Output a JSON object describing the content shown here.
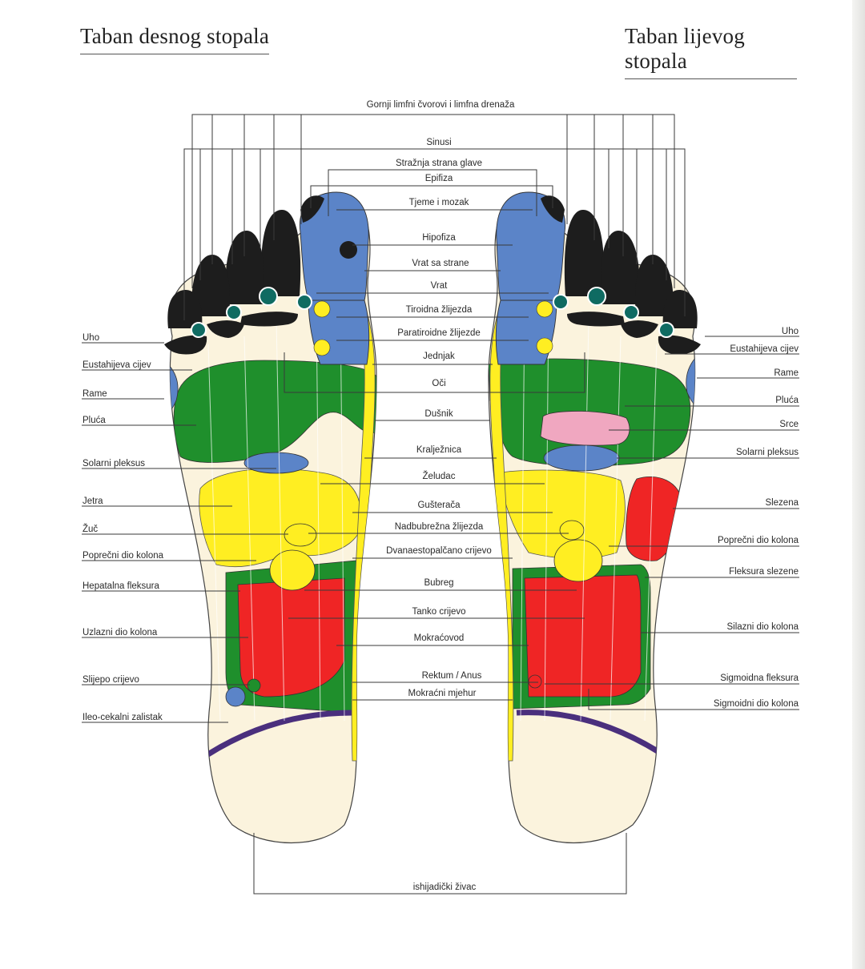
{
  "headings": {
    "right_foot": "Taban desnog stopala",
    "left_foot": "Taban  lijevog stopala"
  },
  "center_labels": [
    "Gornji limfni čvorovi i limfna drenaža",
    "Sinusi",
    "Stražnja strana glave",
    "Epifiza",
    "Tjeme i mozak",
    "Hipofiza",
    "Vrat sa strane",
    "Vrat",
    "Tiroidna žlijezda",
    "Paratiroidne žlijezde",
    "Jednjak",
    "Oči",
    "Dušnik",
    "Kralježnica",
    "Želudac",
    "Gušterača",
    "Nadbubrežna žlijezda",
    "Dvanaestopalčano crijevo",
    "Bubreg",
    "Tanko crijevo",
    "Mokraćovod",
    "Rektum / Anus",
    "Mokraćni mjehur",
    "ishijadički živac"
  ],
  "right_foot_labels": [
    "Uho",
    "Eustahijeva cijev",
    "Rame",
    "Pluća",
    "Solarni pleksus",
    "Jetra",
    "Žuč",
    "Poprečni dio kolona",
    "Hepatalna fleksura",
    "Uzlazni dio kolona",
    "Slijepo crijevo",
    "Ileo-cekalni zalistak"
  ],
  "left_foot_labels": [
    "Uho",
    "Eustahijeva cijev",
    "Rame",
    "Pluća",
    "Srce",
    "Solarni pleksus",
    "Slezena",
    "Poprečni dio kolona",
    "Fleksura slezene",
    "Silazni dio kolona",
    "Sigmoidna fleksura",
    "Sigmoidni dio kolona"
  ],
  "colors": {
    "skin": "#fbf3dd",
    "head_blue": "#5b84c8",
    "toe_black": "#1d1d1d",
    "lung_green": "#1f8f2c",
    "digestive_yellow": "#ffee22",
    "kidney_red": "#ef2525",
    "heart_pink": "#f0a7c0",
    "heel_band_purple": "#4a2f7d",
    "ear_node_teal": "#0f6b62"
  }
}
